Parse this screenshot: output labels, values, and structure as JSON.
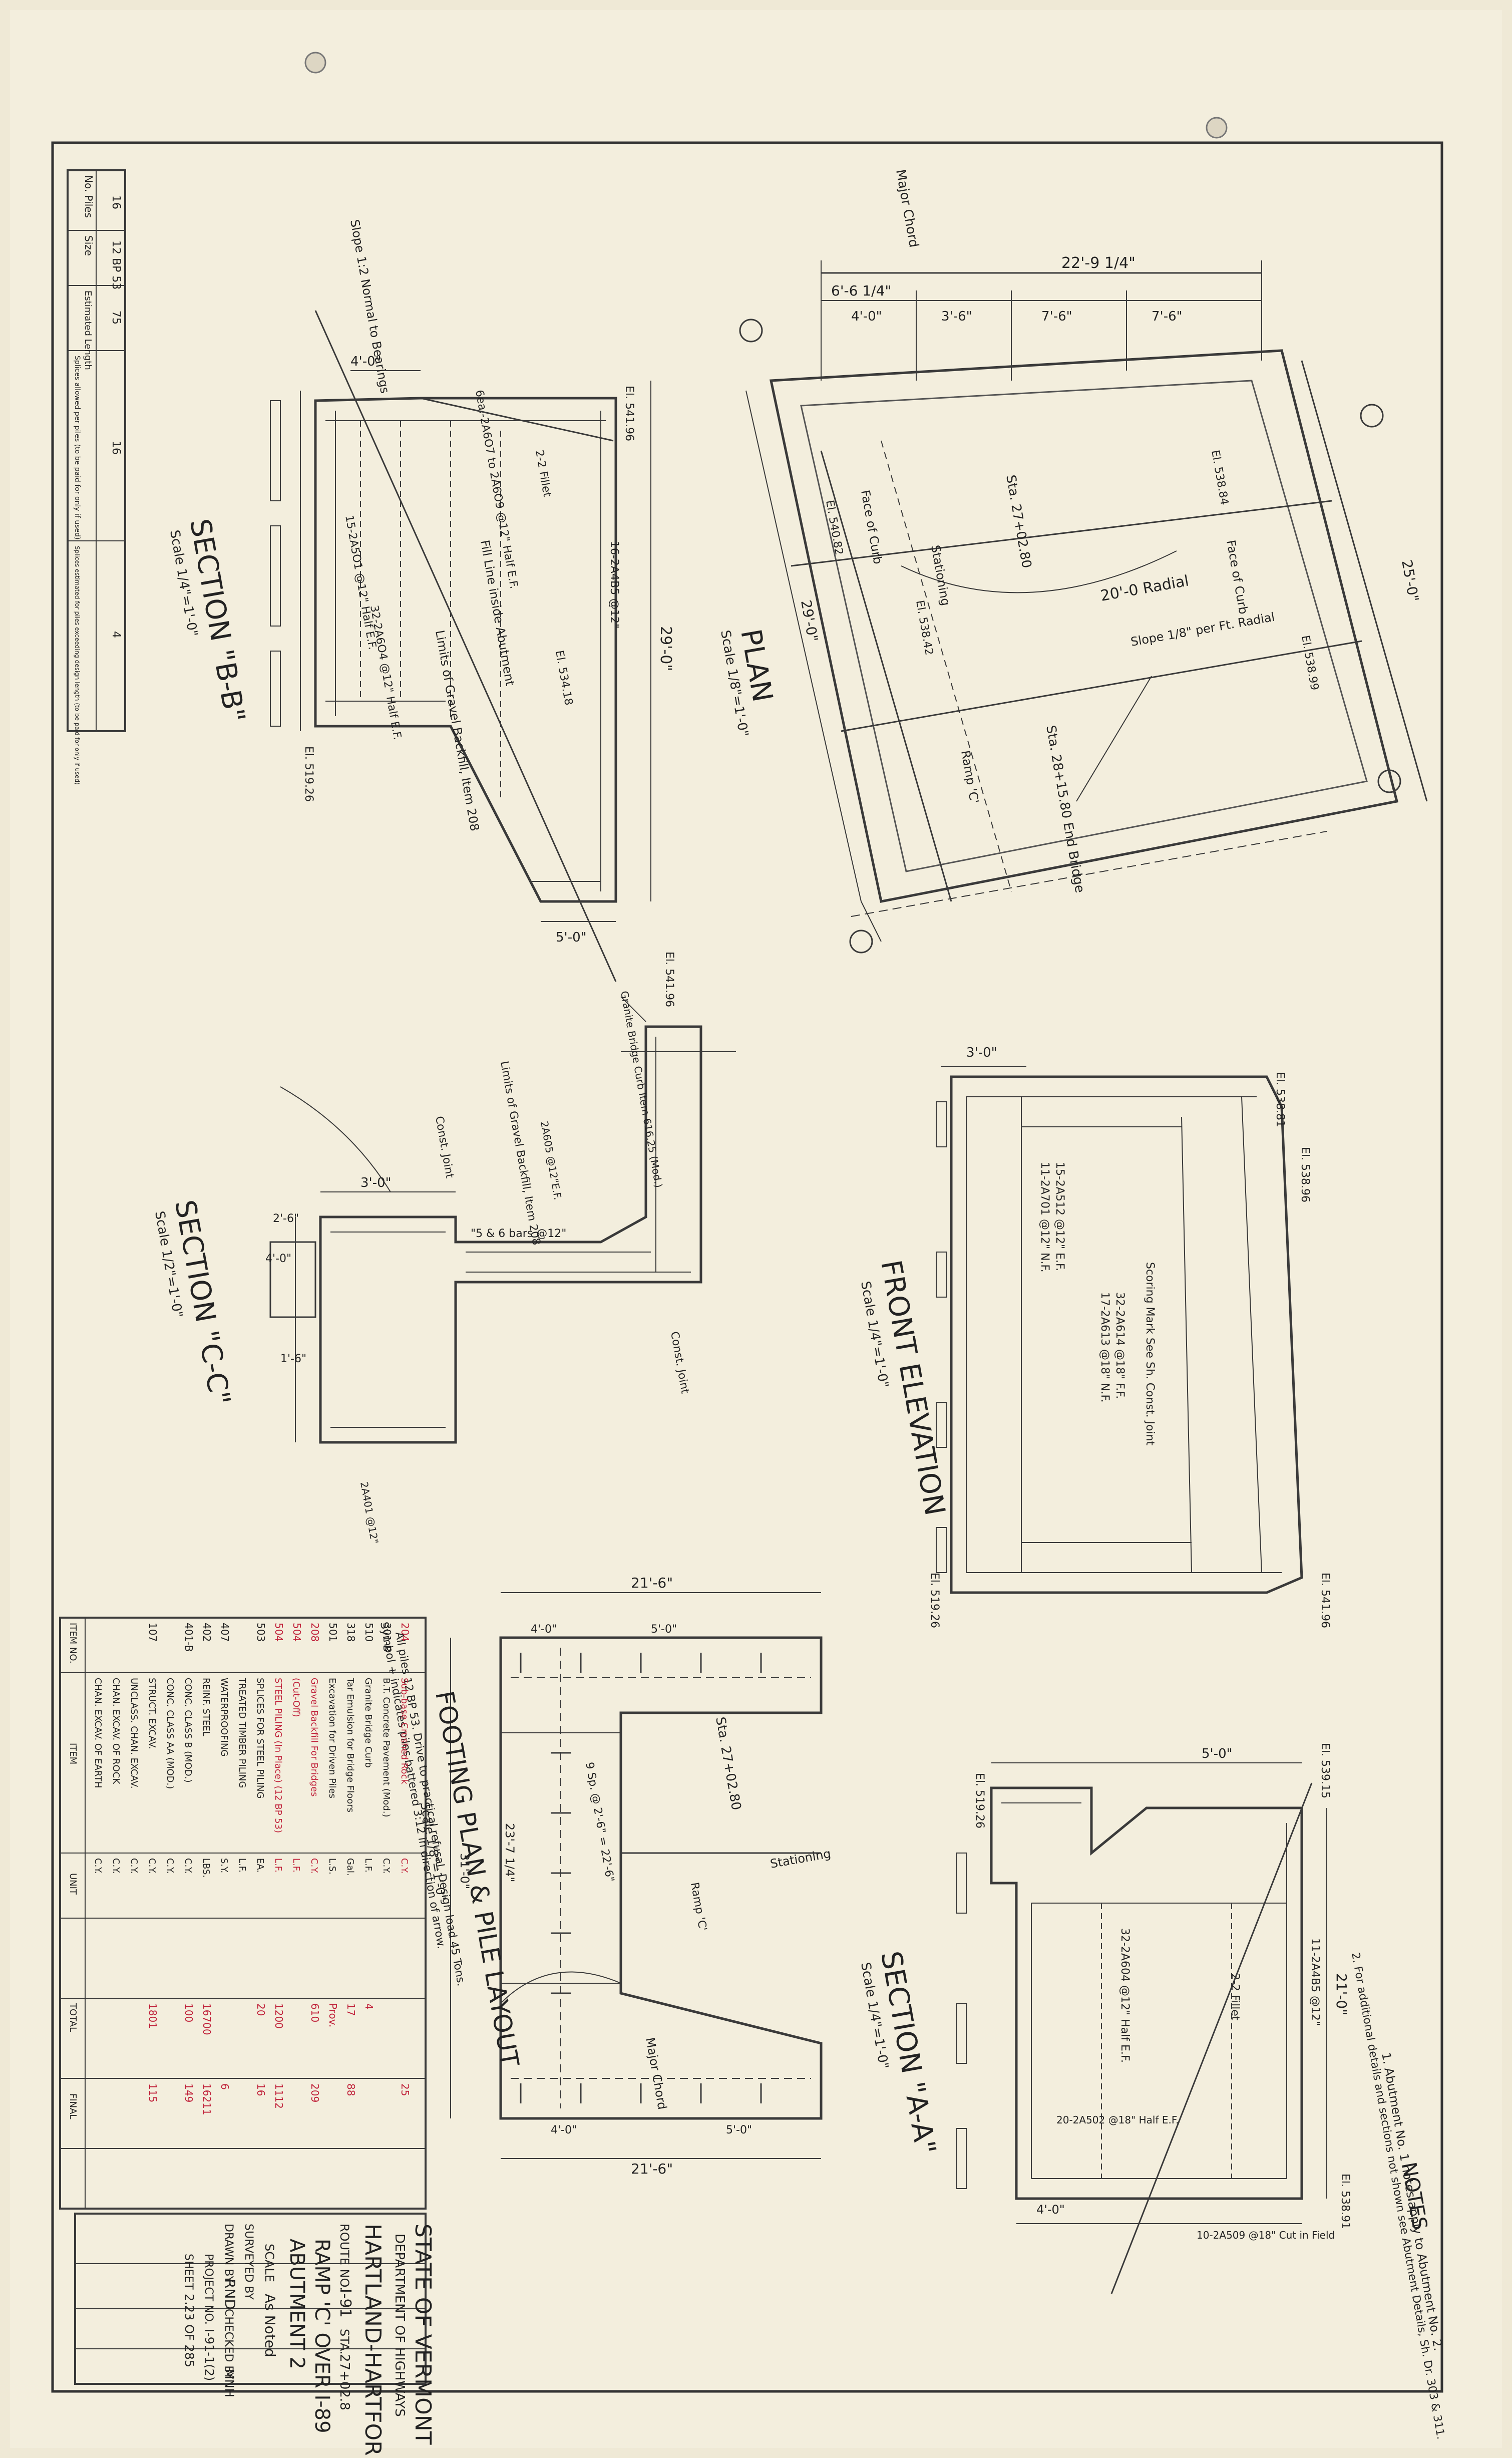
{
  "title_block": {
    "state": "STATE OF VERMONT",
    "department": "DEPARTMENT OF HIGHWAYS",
    "project_name": "HARTLAND-HARTFORD",
    "route_label": "ROUTE NO.",
    "route_value": "I-91",
    "station_label": "STA.",
    "station_value": "27+02.8",
    "subtitle_1": "RAMP 'C' OVER I-89",
    "subtitle_2": "ABUTMENT 2",
    "scale_label": "SCALE",
    "scale_value": "As Noted",
    "surveyed_label": "SURVEYED BY",
    "drawn_label": "DRAWN BY",
    "drawn_value": "RND",
    "checked_label": "CHECKED BY",
    "checked_value": "MNH",
    "project_no_label": "PROJECT NO.",
    "project_no_value": "I-91-1(2)",
    "sheet_label": "SHEET",
    "sheet_value": "2.23 OF 285"
  },
  "views": {
    "plan": {
      "title": "PLAN",
      "scale": "Scale 1/8\"=1'-0\""
    },
    "section_bb": {
      "title": "SECTION \"B-B\"",
      "scale": "Scale 1/4\"=1'-0\""
    },
    "section_cc": {
      "title": "SECTION \"C-C\"",
      "scale": "Scale 1/2\"=1'-0\""
    },
    "front_elevation": {
      "title": "FRONT ELEVATION",
      "scale": "Scale 1/4\"=1'-0\""
    },
    "footing_plan": {
      "title": "FOOTING PLAN & PILE LAYOUT",
      "scale": "Scale 1/8\"=1'-0\"",
      "note_1": "All piles 12 BP 53. Drive to practical refusal. Design load 45 Tons.",
      "note_2": "Symbol + indicates piles battered 3:12 in direction of arrow."
    },
    "section_aa": {
      "title": "SECTION \"A-A\"",
      "scale": "Scale 1/4\"=1'-0\""
    }
  },
  "plan_labels": {
    "dim_total": "22'-9 1/4\"",
    "dim_left": "6'-6 1/4\"",
    "dim_1": "4'-0\"",
    "dim_2": "3'-6\"",
    "dim_3": "7'-6\"",
    "dim_4": "7'-6\"",
    "radial": "20'-0 Radial",
    "slope": "Slope 1/8\" per Ft. Radial",
    "station_center": "Sta. 27+02.80",
    "station_end": "Sta. 28+15.80 End Bridge",
    "side_dim": "29'-0\"",
    "right_dim": "25'-0\"",
    "face_of_curb": "Face of Curb",
    "stationing": "Stationing",
    "el_1": "El. 538.84",
    "el_2": "El. 540.82",
    "el_3": "El. 538.42",
    "el_4": "El. 538.99",
    "major_chord": "Major Chord",
    "ramp_c": "Ramp 'C'"
  },
  "section_bb_labels": {
    "height": "29'-0\"",
    "top_width": "4'-0\"",
    "base_width": "5'-0\"",
    "slope_note": "Slope 1:2 Normal to Bearings",
    "fill_line": "Fill Line inside Abutment",
    "limits": "Limits of Gravel Backfill, Item 208",
    "el_top": "El. 541.96",
    "el_mid": "El. 534.18",
    "el_bot": "El. 519.26",
    "el_right": "El. 541.96",
    "bars_1": "16-2A4B5 @12\"",
    "bars_2": "32-2A6O4 @12\" Half E.F.",
    "bars_3": "15-2A5O1 @12\" Half E.F.",
    "bars_4": "6ea.-2A6O7 to 2A6O9 @12\" Half E.F.",
    "fillet": "2-2 Fillet"
  },
  "section_cc_labels": {
    "width": "3'-0\"",
    "height_1": "2'-6\"",
    "height_2": "1'-6\"",
    "height_3": "4'-0\"",
    "bars": "\"5 & 6 bars @12\"",
    "curb_note": "Granite Bridge Curb Item 616.25 (Mod.)",
    "const_joint_1": "Const. Joint",
    "const_joint_2": "Const. Joint",
    "limits": "Limits of Gravel Backfill, Item 208",
    "bars_2": "2A605 @12\"E.F.",
    "bars_3": "2A401 @12\""
  },
  "front_elevation_labels": {
    "width": "3'-0\"",
    "el_top": "El. 538.81",
    "el_top_r": "El. 538.96",
    "el_left": "El. 519.26",
    "el_right": "El. 541.96",
    "bars_1": "11-2A701 @12\" N.F.",
    "bars_2": "15-2A512 @12\" E.F.",
    "bars_3": "17-2A613 @18\" N.F.",
    "bars_4": "32-2A614 @18\" F.F.",
    "note": "Scoring Mark See Sh. Const. Joint"
  },
  "footing_labels": {
    "top_dim": "21'-6\"",
    "bot_dim": "21'-6\"",
    "spacing_1": "4'-0\"",
    "spacing_2": "5'-0\"",
    "spacing_3": "5'-0\"",
    "spacing_4": "4'-0\"",
    "side_1": "23'-7 1/4\"",
    "side_2": "31'-0\"",
    "pile_spacing": "9 Sp. @ 2'-6\" = 22'-6\"",
    "station": "Sta. 27+02.80",
    "stationing": "Stationing",
    "major_chord": "Major Chord",
    "ramp_c": "Ramp 'C'"
  },
  "section_aa_labels": {
    "width": "5'-0\"",
    "height": "21'-0\"",
    "inner": "4'-0\"",
    "el_1": "El. 539.15",
    "el_2": "El. 538.91",
    "el_3": "El. 519.26",
    "fillet": "2-2 Fillet",
    "bars_1": "32-2A604 @12\" Half E.F.",
    "bars_2": "20-2A502 @18\" Half E.F.",
    "bars_3": "11-2A4B5 @12\"",
    "bars_4": "10-2A509 @18\" Cut in Field"
  },
  "notes": {
    "title": "NOTES",
    "items": [
      "1. Abutment No. 1 notes apply to Abutment No. 2.",
      "2. For additional details and sections not shown see Abutment Details, Sh. Dr. 303 & 311."
    ]
  },
  "pile_table": {
    "headers": [
      "No. Piles",
      "Size",
      "Estimated Length",
      "Splices allowed per piles (to be paid for only if used)",
      "Splices estimated for piles exceeding design length (to be paid for only if used)"
    ],
    "row": [
      "16",
      "12 BP 53",
      "75",
      "16",
      "4"
    ]
  },
  "quantities": {
    "headers": [
      "ITEM NO.",
      "ITEM",
      "UNIT",
      "TOTAL",
      "FINAL"
    ],
    "rows": [
      {
        "item": "",
        "name": "CHAN. EXCAV. OF EARTH",
        "unit": "C.Y.",
        "total": "",
        "final": ""
      },
      {
        "item": "",
        "name": "CHAN. EXCAV. OF ROCK",
        "unit": "C.Y.",
        "total": "",
        "final": ""
      },
      {
        "item": "",
        "name": "UNCLASS. CHAN. EXCAV.",
        "unit": "C.Y.",
        "total": "",
        "final": ""
      },
      {
        "item": "107",
        "name": "STRUCT. EXCAV.",
        "unit": "C.Y.",
        "total": "1801",
        "final": "115"
      },
      {
        "item": "",
        "name": "CONC. CLASS AA (MOD.)",
        "unit": "C.Y.",
        "total": "",
        "final": ""
      },
      {
        "item": "401-B",
        "name": "CONC. CLASS B (MOD.)",
        "unit": "C.Y.",
        "total": "100",
        "final": "149"
      },
      {
        "item": "402",
        "name": "REINF. STEEL",
        "unit": "LBS.",
        "total": "16700",
        "final": "16211"
      },
      {
        "item": "407",
        "name": "WATERPROOFING",
        "unit": "S.Y.",
        "total": "",
        "final": "6"
      },
      {
        "item": "",
        "name": "TREATED TIMBER PILING",
        "unit": "L.F.",
        "total": "",
        "final": ""
      },
      {
        "item": "503",
        "name": "SPLICES FOR STEEL PILING",
        "unit": "EA.",
        "total": "20",
        "final": "16"
      },
      {
        "item": "504",
        "name": "STEEL PILING (In Place) (12 BP 53)",
        "unit": "L.F.",
        "total": "1200",
        "final": "1112"
      },
      {
        "item": "504",
        "name": "(Cut-Off)",
        "unit": "L.F.",
        "total": "",
        "final": ""
      },
      {
        "item": "208",
        "name": "Gravel Backfill For Bridges",
        "unit": "C.Y.",
        "total": "610",
        "final": "209"
      },
      {
        "item": "501",
        "name": "Excavation for Driven Piles",
        "unit": "L.S.",
        "total": "Prov.",
        "final": ""
      },
      {
        "item": "318",
        "name": "Tar Emulsion for Bridge Floors",
        "unit": "Gal.",
        "total": "17",
        "final": "88"
      },
      {
        "item": "510",
        "name": "Granite Bridge Curb",
        "unit": "L.F.",
        "total": "4",
        "final": ""
      },
      {
        "item": "301-B",
        "name": "B.T. Concrete Pavement (Mod.)",
        "unit": "C.Y.",
        "total": "",
        "final": ""
      },
      {
        "item": "204",
        "name": "Sub-base Crushed Rock",
        "unit": "C.Y.",
        "total": "",
        "final": "25"
      }
    ]
  }
}
